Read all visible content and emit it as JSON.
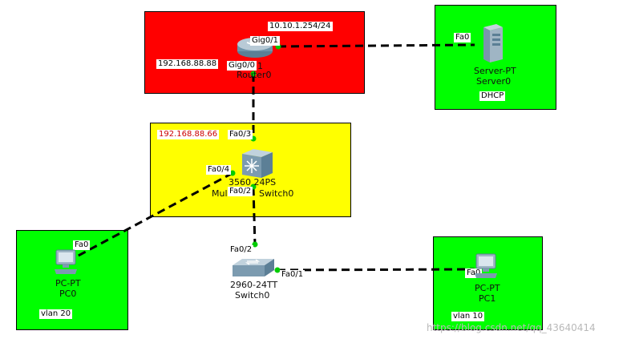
{
  "zones": {
    "router_zone": {
      "fill": "#ff0000"
    },
    "server_zone": {
      "fill": "#00ff00"
    },
    "core_zone": {
      "fill": "#ffff00"
    },
    "pc0_zone": {
      "fill": "#00ff00"
    },
    "pc1_zone": {
      "fill": "#00ff00"
    }
  },
  "router": {
    "model": "",
    "name": "Router0",
    "icon": "router-icon",
    "ip_gig0_1": "10.10.1.254/24",
    "ip_gig0_0": "192.168.88.88",
    "ports": {
      "gig0_1": "Gig0/1",
      "gig0_0": "Gig0/0",
      "num_fragment": "1"
    }
  },
  "server": {
    "model": "Server-PT",
    "name": "Server0",
    "icon": "server-icon",
    "port": "Fa0",
    "note": "DHCP"
  },
  "multilayer_switch": {
    "model": "3560 24PS",
    "name_left": "Mul",
    "name_right": "Switch0",
    "icon": "multilayer-switch-icon",
    "ip": "192.168.88.66",
    "ports": {
      "fa0_3": "Fa0/3",
      "fa0_4": "Fa0/4",
      "fa0_2": "Fa0/2"
    }
  },
  "access_switch": {
    "model": "2960-24TT",
    "name": "Switch0",
    "icon": "switch-icon",
    "ports": {
      "fa0_2": "Fa0/2",
      "fa0_1": "Fa0/1"
    }
  },
  "pc0": {
    "model": "PC-PT",
    "name": "PC0",
    "icon": "pc-icon",
    "port": "Fa0",
    "vlan": "vlan 20"
  },
  "pc1": {
    "model": "PC-PT",
    "name": "PC1",
    "icon": "pc-icon",
    "port": "Fa0",
    "vlan": "vlan 10"
  },
  "colors": {
    "ip_text_red": "#cc0000",
    "link": "#000000",
    "link_end_green": "#00cc00"
  },
  "watermark": "https://blog.csdn.net/qq_43640414"
}
